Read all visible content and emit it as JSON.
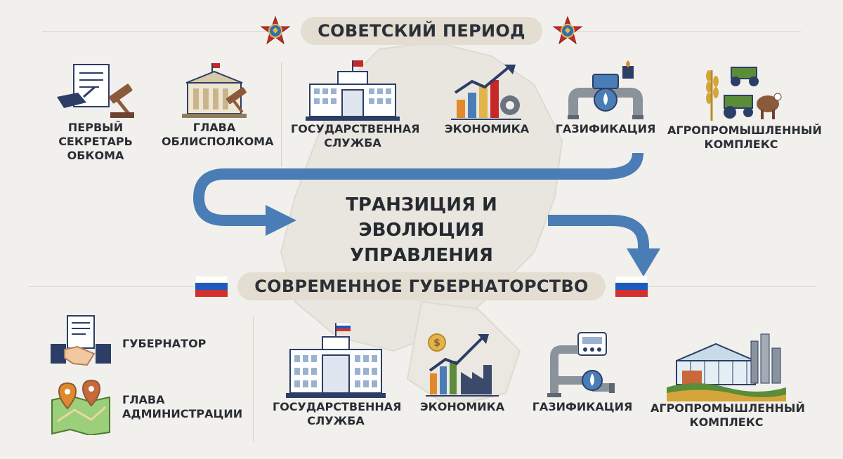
{
  "banners": {
    "soviet": "СОВЕТСКИЙ ПЕРИОД",
    "modern": "СОВРЕМЕННОЕ ГУБЕРНАТОРСТВО"
  },
  "soviet_items": [
    {
      "label": "ПЕРВЫЙ СЕКРЕТАРЬ\nОБКОМА",
      "icon": "signing-document-icon"
    },
    {
      "label": "ГЛАВА\nОБЛИСПОЛКОМА",
      "icon": "building-gavel-icon"
    },
    {
      "label": "ГОСУДАРСТВЕННАЯ\nСЛУЖБА",
      "icon": "government-building-icon"
    },
    {
      "label": "ЭКОНОМИКА",
      "icon": "growth-chart-icon"
    },
    {
      "label": "ГАЗИФИКАЦИЯ",
      "icon": "gas-pipe-icon"
    },
    {
      "label": "АГРОПРОМЫШЛЕННЫЙ\nКОМПЛЕКС",
      "icon": "tractor-wheat-icon"
    }
  ],
  "transition": {
    "line1": "ТРАНЗИЦИЯ И ЭВОЛЮЦИЯ",
    "line2": "УПРАВЛЕНИЯ"
  },
  "modern_items": [
    {
      "label": "ГУБЕРНАТОР",
      "icon": "handshake-icon"
    },
    {
      "label": "ГЛАВА\nАДМИНИСТРАЦИИ",
      "icon": "map-pins-icon"
    },
    {
      "label": "ГОСУДАРСТВЕННАЯ\nСЛУЖБА",
      "icon": "government-building-flag-icon"
    },
    {
      "label": "ЭКОНОМИКА",
      "icon": "factory-growth-icon"
    },
    {
      "label": "ГАЗИФИКАЦИЯ",
      "icon": "gas-meter-icon"
    },
    {
      "label": "АГРОПРОМЫШЛЕННЫЙ\nКОМПЛЕКС",
      "icon": "agro-complex-icon"
    }
  ],
  "colors": {
    "background": "#f2f0ec",
    "banner": "#e3ddd2",
    "arrow": "#4a7db5",
    "navy": "#2c3e66",
    "brown": "#8b5a3c",
    "orange": "#e08a2c",
    "green": "#5b8c3a",
    "red": "#c62828"
  }
}
